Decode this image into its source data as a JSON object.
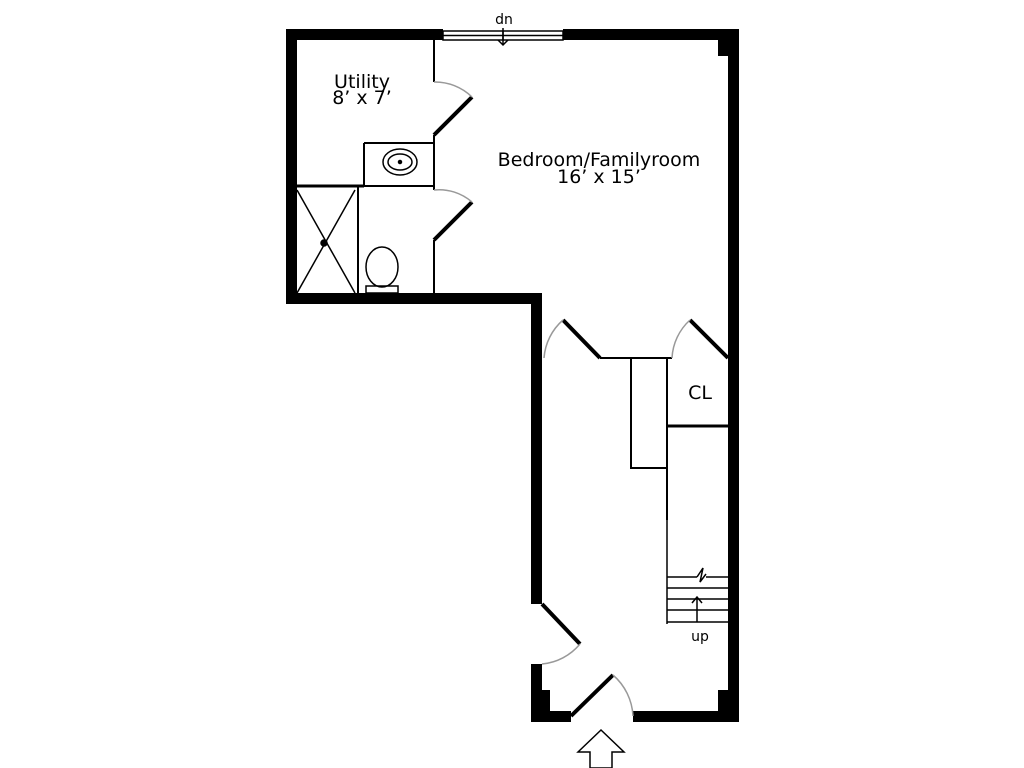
{
  "rooms": {
    "utility": {
      "name": "Utility",
      "dims": "8’ x 7’"
    },
    "bedroom": {
      "name": "Bedroom/Familyroom",
      "dims": "16’ x 15’"
    },
    "closet": {
      "name": "CL"
    }
  },
  "stairs": {
    "down_label": "dn",
    "up_label": "up"
  }
}
